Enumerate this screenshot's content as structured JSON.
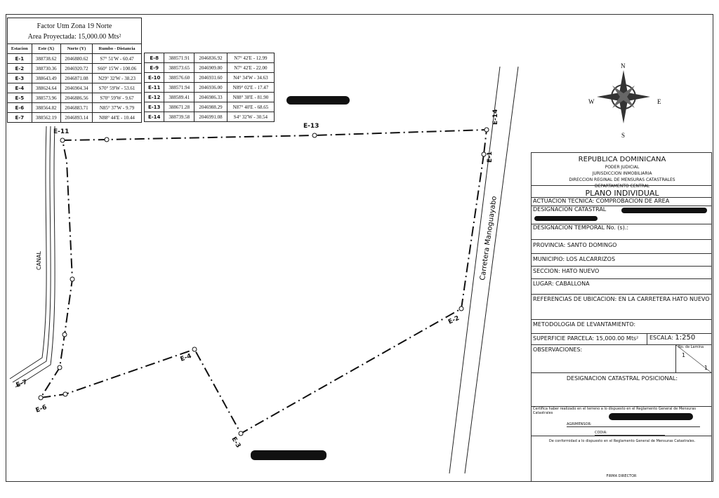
{
  "coord_table": {
    "title": "Factor Utm Zona 19 Norte",
    "area": "Area Proyectada: 15,000.00 Mts²",
    "headers": [
      "Estacion",
      "Este (X)",
      "Norte (Y)",
      "Rumbo - Distancia"
    ],
    "rows": [
      [
        "E-1",
        "388738.62",
        "2046880.62",
        "S7° 51'W - 60.47"
      ],
      [
        "E-2",
        "388730.36",
        "2046920.72",
        "S60° 15'W - 100.06"
      ],
      [
        "E-3",
        "388643.49",
        "2046871.08",
        "N29° 32'W - 38.23"
      ],
      [
        "E-4",
        "388624.64",
        "2046904.34",
        "S70° 59'W - 53.61"
      ],
      [
        "E-5",
        "388573.96",
        "2046886.56",
        "S70° 59'W - 9.67"
      ],
      [
        "E-6",
        "388564.82",
        "2046883.71",
        "N85° 37'W - 9.79"
      ],
      [
        "E-7",
        "388562.19",
        "2046893.14",
        "N88° 44'E - 10.44"
      ]
    ],
    "rows2": [
      [
        "E-8",
        "388571.91",
        "2046836.92",
        "N7° 42'E - 12.99"
      ],
      [
        "E-9",
        "388573.65",
        "2046909.80",
        "N7° 42'E - 22.00"
      ],
      [
        "E-10",
        "388576.60",
        "2046931.60",
        "N4° 34'W - 34.63"
      ],
      [
        "E-11",
        "388571.94",
        "2046936.00",
        "N89° 02'E - 17.47"
      ],
      [
        "E-12",
        "388589.41",
        "2046986.33",
        "N88° 38'E - 81.90"
      ],
      [
        "E-13",
        "388671.28",
        "2046988.29",
        "N87° 40'E - 68.65"
      ],
      [
        "E-14",
        "388739.58",
        "2046991.08",
        "S4° 32'W - 30.54"
      ]
    ]
  },
  "map": {
    "labels": {
      "e1": "E-1",
      "e2": "E-2",
      "e3": "E-3",
      "e4": "E-4",
      "e6": "E-6",
      "e7": "E-7",
      "e11": "E-11",
      "e13": "E-13",
      "e14": "E-14"
    },
    "canal": "CANAL",
    "road": "Carretera Manoguayabo",
    "compass": {
      "n": "N",
      "s": "S",
      "e": "E",
      "w": "W"
    }
  },
  "title_block": {
    "country": "REPUBLICA DOMINICANA",
    "l2": "PODER JUDICIAL",
    "l3": "JURISDICCION INMOBILIARIA",
    "l4": "DIRECCION REGINAL DE MENSURAS CATASTRALES",
    "l5": "DEPARTAMENTO CENTRAL",
    "plan": "PLANO INDIVIDUAL",
    "actuacion": "ACTUACION TECNICA: COMPROBACION DE AREA",
    "designacion": "DESIGNACION CATASTRAL",
    "temporal": "DESIGNACION TEMPORAL No. (s).:",
    "provincia": "PROVINCIA: SANTO DOMINGO",
    "municipio": "MUNICIPIO: LOS ALCARRIZOS",
    "seccion": "SECCION: HATO NUEVO",
    "lugar": "LUGAR: CABALLONA",
    "referencias": "REFERENCIAS DE UBICACION: EN LA CARRETERA HATO NUEVO",
    "metodologia": "METODOLOGIA DE LEVANTAMIENTO:",
    "superficie": "SUPERFICIE PARCELA: 15,000.00 Mts²",
    "escala_label": "ESCALA:",
    "escala": "1:250",
    "observaciones": "OBSERVACIONES:",
    "lamina_label": "No. de Lamina",
    "lamina_num": "1",
    "lamina_total": "1",
    "posicional": "DESIGNACION CATASTRAL POSICIONAL:",
    "certifica": "Certifica haber realizado en el terreno a lo dispuesto en el Reglamento General de Mensuras Catastrales",
    "agrimensor": "AGRIMENSOR:",
    "codia": "CODIA:",
    "conformidad": "De conformidad a lo dispuesto en el Reglamento General de Mensuras Catastrales.",
    "firma": "FIRMA DIRECTOR"
  }
}
